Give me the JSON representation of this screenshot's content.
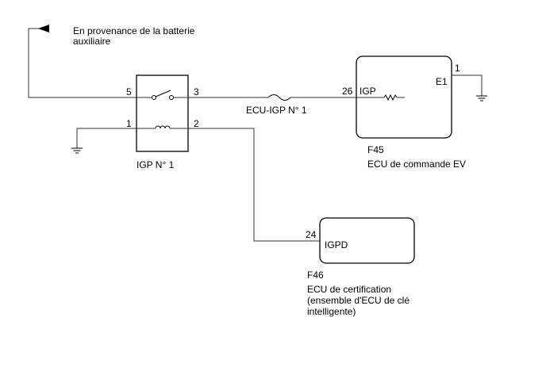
{
  "source": {
    "line1": "En provenance de la batterie",
    "line2": "auxiliaire"
  },
  "relay": {
    "name": "IGP N° 1",
    "pin5": "5",
    "pin3": "3",
    "pin1": "1",
    "pin2": "2"
  },
  "fuse": {
    "name": "ECU-IGP N° 1"
  },
  "ecu_ev": {
    "pin_in": "26",
    "terminal_in": "IGP",
    "pin_gnd": "1",
    "terminal_gnd": "E1",
    "connector": "F45",
    "name": "ECU de commande EV"
  },
  "ecu_cert": {
    "pin_in": "24",
    "terminal_in": "IGPD",
    "connector": "F46",
    "name_line1": "ECU de certification",
    "name_line2": "(ensemble d'ECU de clé",
    "name_line3": "intelligente)"
  }
}
